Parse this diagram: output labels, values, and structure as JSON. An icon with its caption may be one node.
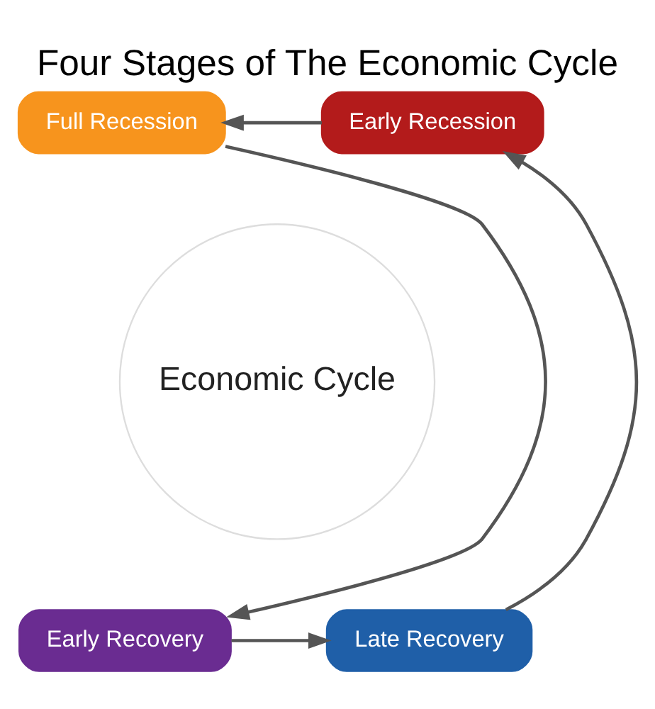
{
  "diagram": {
    "title": "Four Stages of The Economic Cycle",
    "nodes": [
      {
        "text": [
          "Economic Cycle"
        ]
      },
      {
        "text": [
          "Early Recession"
        ]
      },
      {
        "text": [
          "Full Recession"
        ]
      },
      {
        "text": [
          "Early Recovery"
        ]
      },
      {
        "text": [
          "Late Recovery"
        ]
      }
    ],
    "edges": [
      {
        "from": 1,
        "to": 2,
        "arrow": "to"
      },
      {
        "from": 2,
        "to": 3,
        "arrow": "to"
      },
      {
        "from": 3,
        "to": 4,
        "arrow": "to"
      },
      {
        "from": 4,
        "to": 1,
        "arrow": "to"
      }
    ]
  }
}
